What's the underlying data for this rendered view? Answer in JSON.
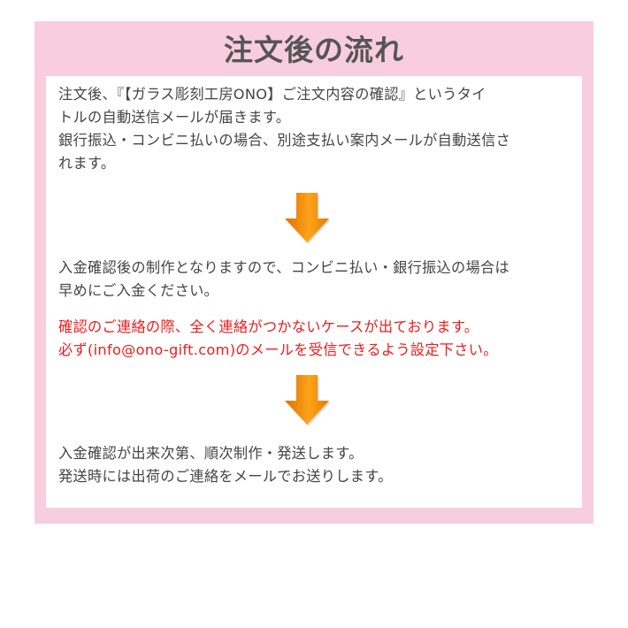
{
  "title": "注文後の流れ",
  "steps": {
    "step1": "注文後、『【ガラス彫刻工房ONO】ご注文内容の確認』というタイ\nトルの自動送信メールが届きます。\n銀行振込・コンビニ払いの場合、別途支払い案内メールが自動送信さ\nれます。",
    "step2": "入金確認後の制作となりますので、コンビニ払い・銀行振込の場合は\n早めにご入金ください。",
    "warning": "確認のご連絡の際、全く連絡がつかないケースが出ております。\n必ず(info@ono-gift.com)のメールを受信できるよう設定下さい。",
    "step3": "入金確認が出来次第、順次制作・発送します。\n発送時には出荷のご連絡をメールでお送りします。"
  },
  "icons": {
    "arrow1": "arrow-down-icon",
    "arrow2": "arrow-down-icon"
  },
  "colors": {
    "panel_bg": "#f8cddd",
    "title_text": "#555555",
    "body_text": "#444444",
    "warning_text": "#ee1c1c",
    "arrow": "#f28a00"
  }
}
